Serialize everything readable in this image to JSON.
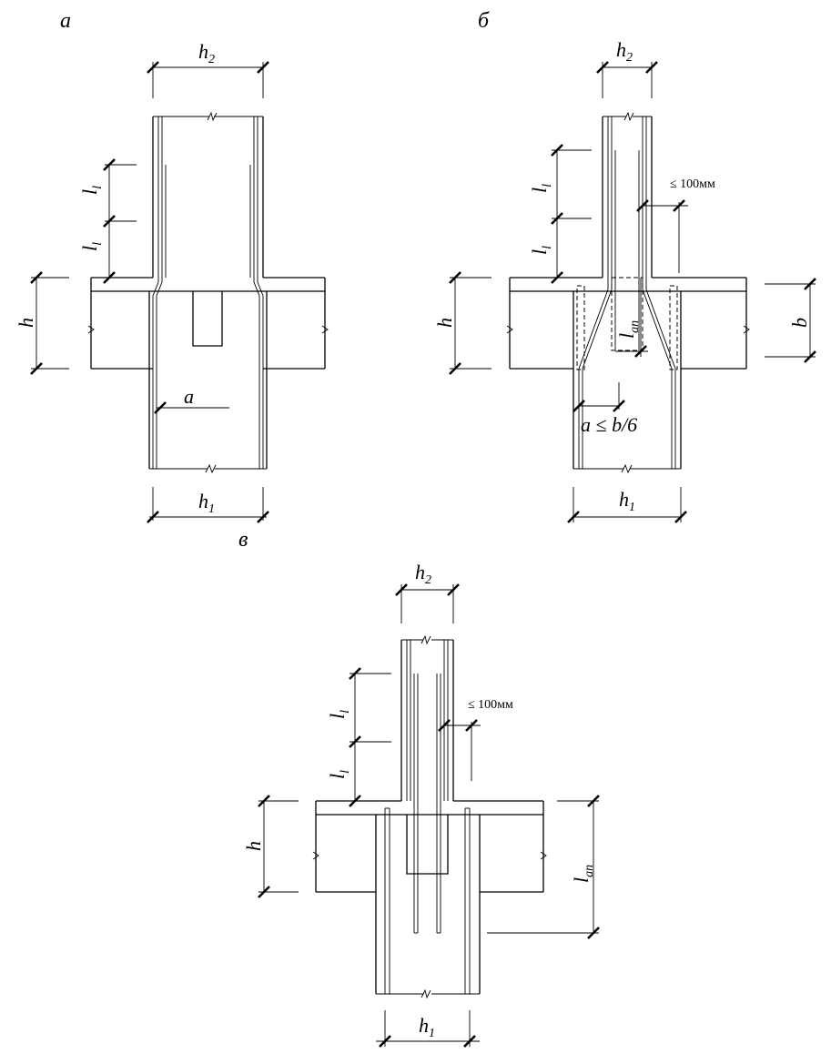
{
  "panels": {
    "a": "а",
    "b": "б",
    "v": "в"
  },
  "dims": {
    "h": "h",
    "h_letter": "h",
    "sub_1": "1",
    "sub_2": "2",
    "l": "l",
    "l_sub": "l",
    "lan_main": "l",
    "lan_sub": "an",
    "b": "b",
    "a": "a",
    "a_rule": "a ≤ b/6",
    "le100": "≤ 100мм"
  }
}
